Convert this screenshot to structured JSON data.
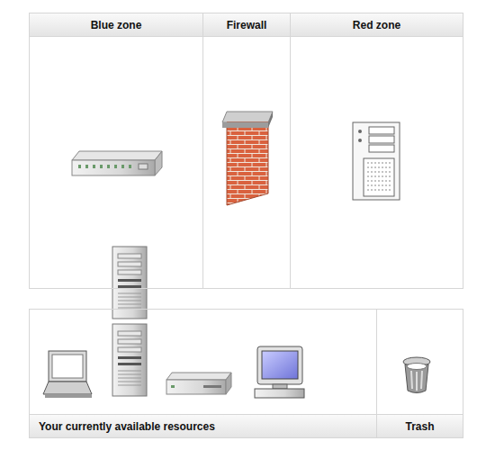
{
  "diagram": {
    "nodes": [
      {
        "text": [
          "Blue zone"
        ]
      },
      {
        "text": [
          "Firewall"
        ]
      },
      {
        "text": [
          "Red zone"
        ]
      },
      {
        "text": [
          "Your currently available resources"
        ]
      },
      {
        "text": [
          "Trash"
        ]
      }
    ]
  }
}
